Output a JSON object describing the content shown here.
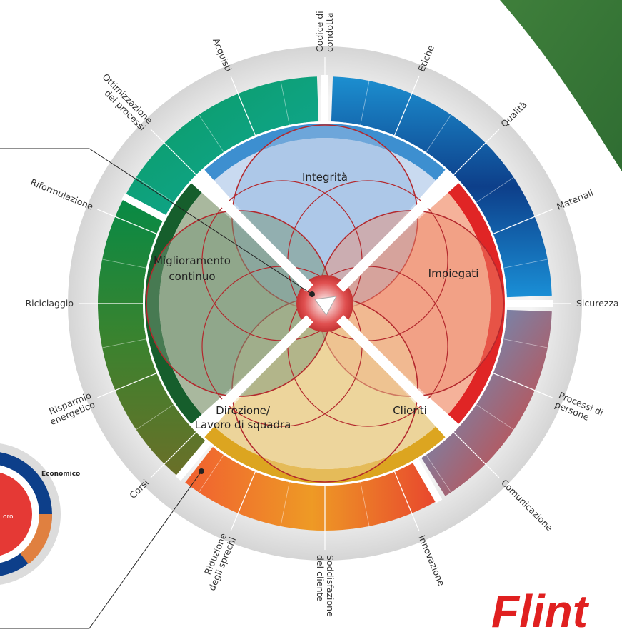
{
  "outer_labels": [
    {
      "text": "Codice di\ncondotta"
    },
    {
      "text": "Etiche"
    },
    {
      "text": "Qualità"
    },
    {
      "text": "Materiali"
    },
    {
      "text": "Sicurezza"
    },
    {
      "text": "Processi di\npersone"
    },
    {
      "text": "Comunicazione"
    },
    {
      "text": "Innovazione"
    },
    {
      "text": "Soddisfazione\ndel cliente"
    },
    {
      "text": "Riduzione\ndegli sprechi"
    },
    {
      "text": "Corsi"
    },
    {
      "text": "Risparmio\nenergetico"
    },
    {
      "text": "Riciclaggio"
    },
    {
      "text": "Riformulazione"
    },
    {
      "text": "Ottimizzazione\ndei processi"
    },
    {
      "text": "Acquisti"
    }
  ],
  "center_labels": {
    "top": "Integrità",
    "right": "Impiegati",
    "bottom_right": "Clienti",
    "bottom_left_1": "Direzione/",
    "bottom_left_2": "Lavoro di squadra",
    "left_1": "Miglioramento",
    "left_2": "continuo"
  },
  "mini_wheel": {
    "label_economic": "Economico",
    "label_partial": "oro"
  },
  "brand": {
    "text": "Flint"
  },
  "colors": {
    "green_band": "#2e7d32",
    "teal": "#17a9a0",
    "blue": "#1565c0",
    "red": "#e53935",
    "orange": "#f5a623",
    "light_blue_petal": "#b8d0ea",
    "salmon_petal": "#f4a584",
    "sand_petal": "#f0d49a",
    "sage_petal": "#a3b597",
    "flower_outline": "#b3282d"
  }
}
